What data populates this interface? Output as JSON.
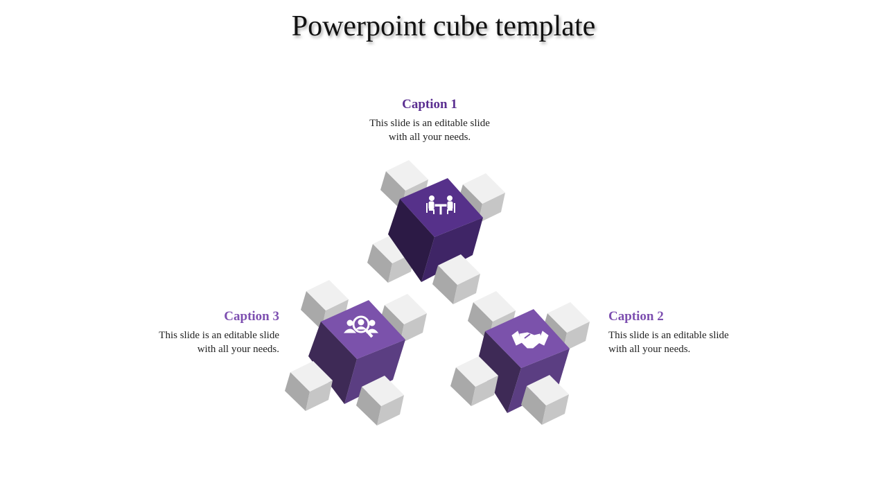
{
  "title": "Powerpoint cube template",
  "captions": [
    {
      "heading": "Caption 1",
      "line1": "This slide is an editable slide",
      "line2": "with all your needs.",
      "color": "#5b2f91",
      "icon": "meeting-icon"
    },
    {
      "heading": "Caption 2",
      "line1": "This slide is an editable slide",
      "line2": "with all your needs.",
      "color": "#7d4fb0",
      "icon": "handshake-icon"
    },
    {
      "heading": "Caption 3",
      "line1": "This slide is an editable slide",
      "line2": "with all your needs.",
      "color": "#7d4fb0",
      "icon": "search-people-icon"
    }
  ],
  "colors": {
    "dark_top": "#56318a",
    "dark_left": "#2c1a45",
    "dark_right": "#3f2566",
    "light_top": "#7b52ab",
    "light_left": "#3e2a56",
    "light_right": "#5b3e82",
    "grey_top": "#f0f0f0",
    "grey_left": "#a9a9a9",
    "grey_right": "#c6c6c6"
  }
}
